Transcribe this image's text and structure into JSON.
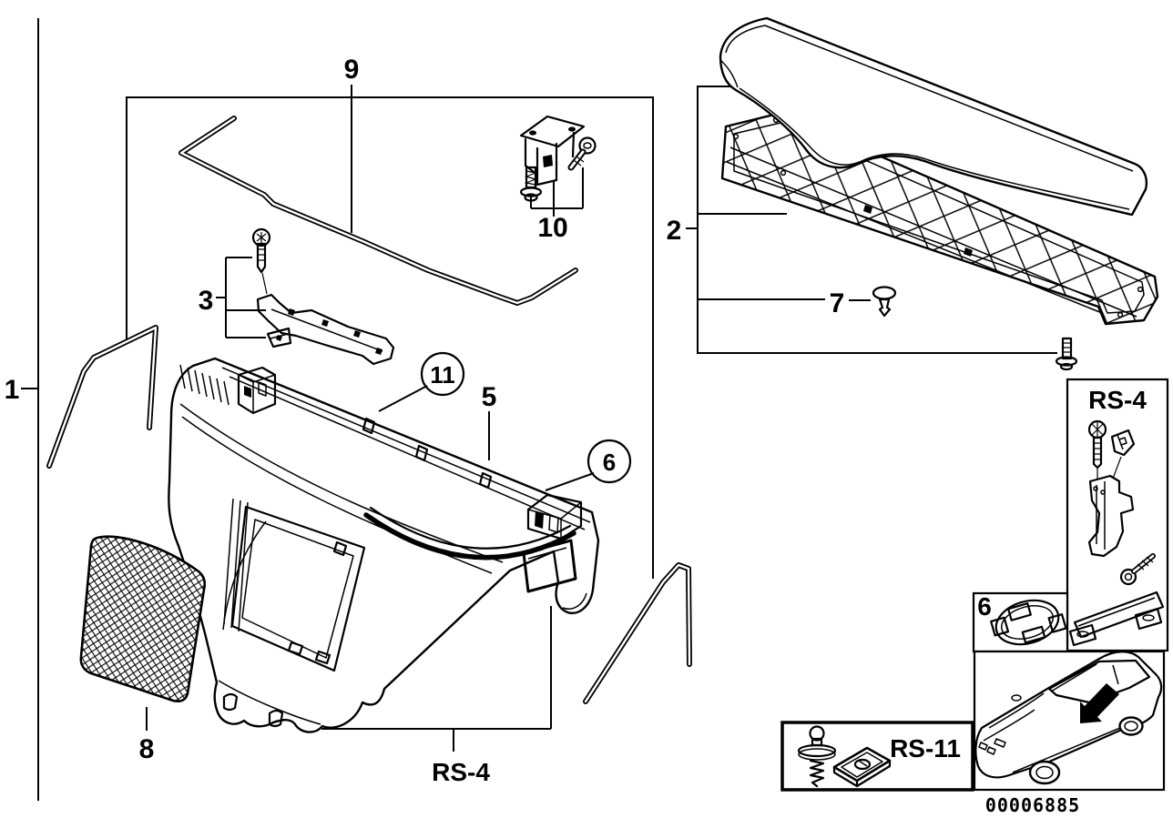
{
  "callouts": {
    "c1": "1",
    "c2": "2",
    "c3": "3",
    "c5": "5",
    "c6": "6",
    "c7": "7",
    "c8": "8",
    "c9": "9",
    "c10": "10",
    "c11": "11"
  },
  "labels": {
    "rs4_panel": "RS-4",
    "rs4_bottom": "RS-4",
    "rs11": "RS-11",
    "box6": "6"
  },
  "footer": {
    "drawing_number": "00006885"
  },
  "colors": {
    "line": "#000000",
    "background": "#ffffff"
  }
}
